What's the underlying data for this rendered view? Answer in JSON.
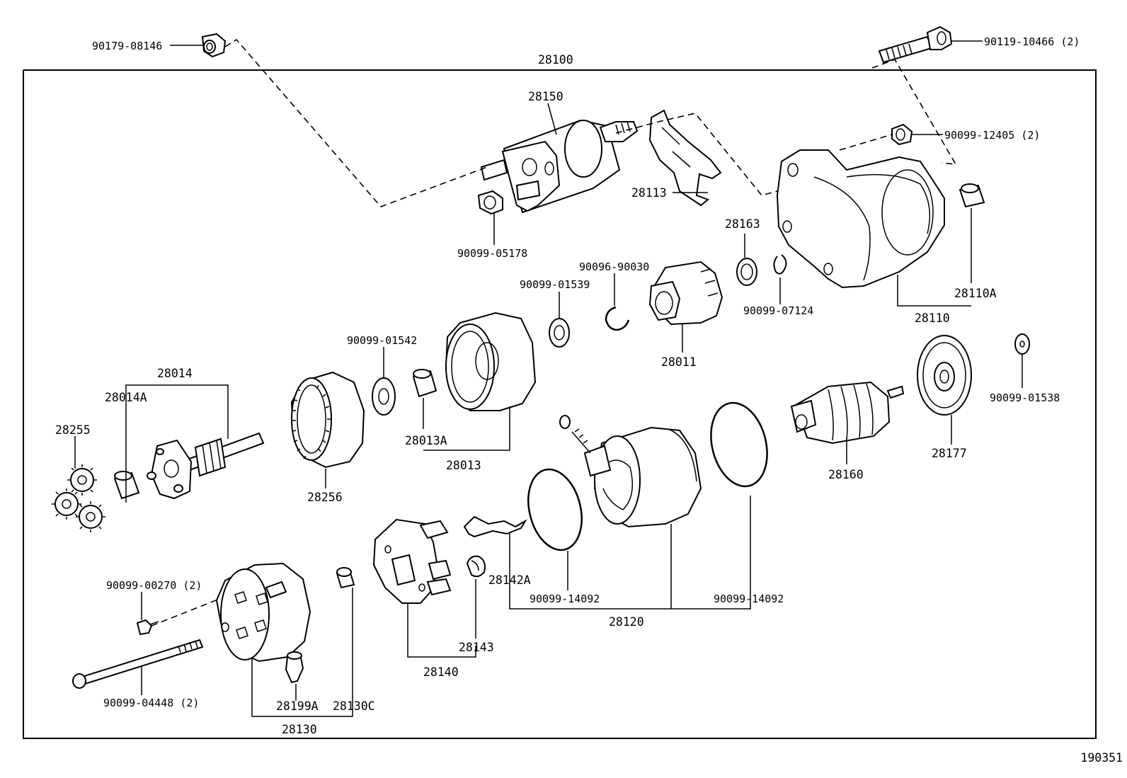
{
  "diagram_id": "190351",
  "assembly": {
    "number": "28100"
  },
  "labels": {
    "p28150": "28150",
    "p28113": "28113",
    "p90099_05178": "90099-05178",
    "p90179_08146": "90179-08146",
    "p90119_10466": "90119-10466 (2)",
    "p90099_12405": "90099-12405 (2)",
    "p28163": "28163",
    "p90096_90030": "90096-90030",
    "p90099_01539": "90099-01539",
    "p90099_07124": "90099-07124",
    "p28110A": "28110A",
    "p28110": "28110",
    "p28011": "28011",
    "p90099_01542": "90099-01542",
    "p28014": "28014",
    "p28014A": "28014A",
    "p28255": "28255",
    "p28256": "28256",
    "p28013A": "28013A",
    "p28013": "28013",
    "p90099_01538": "90099-01538",
    "p28177": "28177",
    "p28160": "28160",
    "p28142A": "28142A",
    "p90099_14092a": "90099-14092",
    "p90099_14092b": "90099-14092",
    "p28120": "28120",
    "p90099_00270": "90099-00270 (2)",
    "p28143": "28143",
    "p28140": "28140",
    "p90099_04448": "90099-04448 (2)",
    "p28199A": "28199A",
    "p28130C": "28130C",
    "p28130": "28130"
  }
}
